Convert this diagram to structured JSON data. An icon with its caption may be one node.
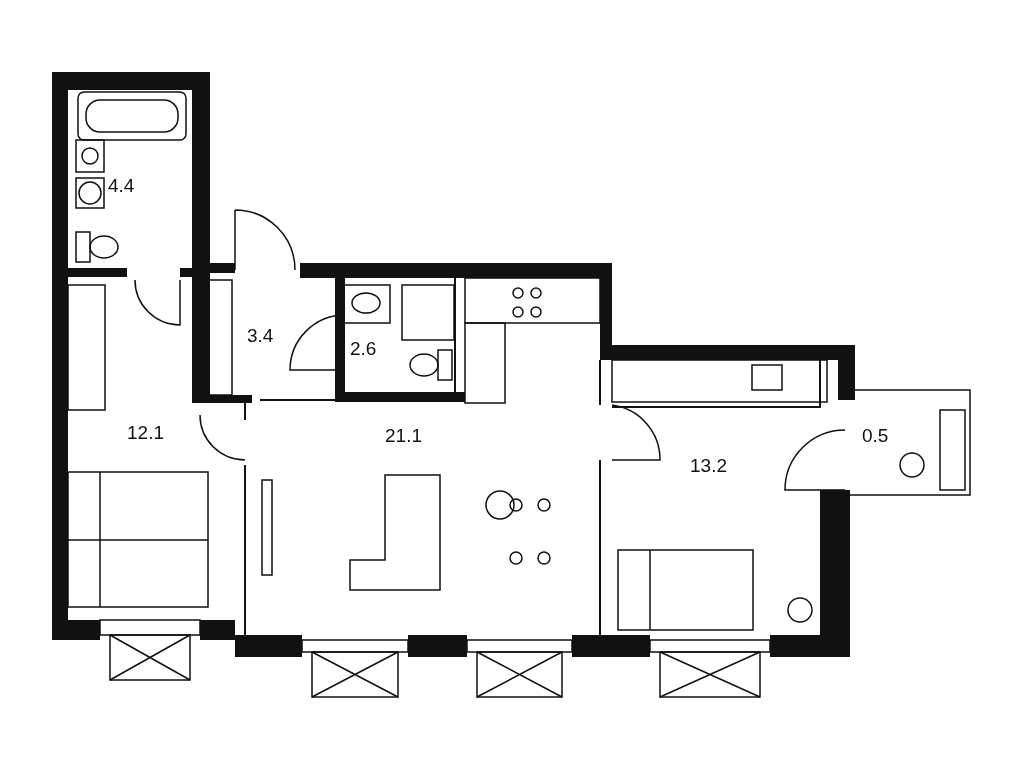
{
  "diagram": {
    "labels": [
      "4.4",
      "3.4",
      "2.6",
      "12.1",
      "21.1",
      "0.5",
      "13.2"
    ]
  }
}
